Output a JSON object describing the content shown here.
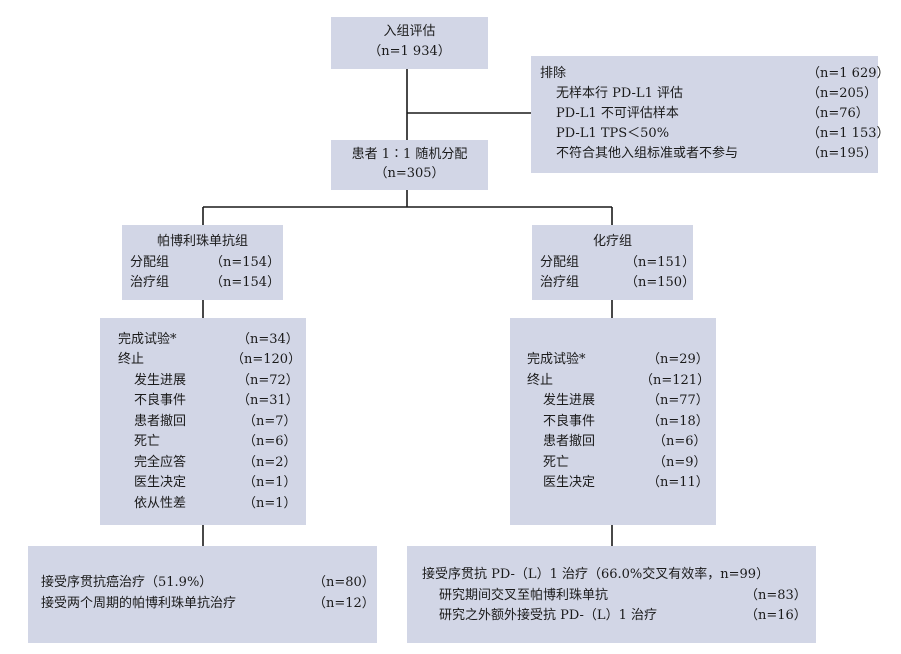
{
  "enroll": {
    "title": "入组评估",
    "count": "（n=1 934）"
  },
  "exclude": {
    "title": "排除",
    "count": "（n=1 629）",
    "items": [
      {
        "label": "无样本行 PD-L1 评估",
        "count": "（n=205）"
      },
      {
        "label": "PD-L1 不可评估样本",
        "count": "（n=76）"
      },
      {
        "label": "PD-L1 TPS＜50%",
        "count": "（n=1 153）"
      },
      {
        "label": "不符合其他入组标准或者不参与",
        "count": "（n=195）"
      }
    ]
  },
  "random": {
    "title": "患者 1∶1 随机分配",
    "count": "（n=305）"
  },
  "pembro_group": {
    "title": "帕博利珠单抗组",
    "rows": [
      {
        "label": "分配组",
        "count": "（n=154）"
      },
      {
        "label": "治疗组",
        "count": "（n=154）"
      }
    ]
  },
  "chemo_group": {
    "title": "化疗组",
    "rows": [
      {
        "label": "分配组",
        "count": "（n=151）"
      },
      {
        "label": "治疗组",
        "count": "（n=150）"
      }
    ]
  },
  "pembro_outcome": {
    "complete": {
      "label": "完成试验*",
      "count": "（n=34）"
    },
    "stop": {
      "label": "终止",
      "count": "（n=120）"
    },
    "reasons": [
      {
        "label": "发生进展",
        "count": "（n=72）"
      },
      {
        "label": "不良事件",
        "count": "（n=31）"
      },
      {
        "label": "患者撤回",
        "count": "（n=7）"
      },
      {
        "label": "死亡",
        "count": "（n=6）"
      },
      {
        "label": "完全应答",
        "count": "（n=2）"
      },
      {
        "label": "医生决定",
        "count": "（n=1）"
      },
      {
        "label": "依从性差",
        "count": "（n=1）"
      }
    ]
  },
  "chemo_outcome": {
    "complete": {
      "label": "完成试验*",
      "count": "（n=29）"
    },
    "stop": {
      "label": "终止",
      "count": "（n=121）"
    },
    "reasons": [
      {
        "label": "发生进展",
        "count": "（n=77）"
      },
      {
        "label": "不良事件",
        "count": "（n=18）"
      },
      {
        "label": "患者撤回",
        "count": "（n=6）"
      },
      {
        "label": "死亡",
        "count": "（n=9）"
      },
      {
        "label": "医生决定",
        "count": "（n=11）"
      }
    ]
  },
  "pembro_follow": {
    "rows": [
      {
        "label": "接受序贯抗癌治疗（51.9%）",
        "count": "（n=80）"
      },
      {
        "label": "接受两个周期的帕博利珠单抗治疗",
        "count": "（n=12）"
      }
    ]
  },
  "chemo_follow": {
    "header": "接受序贯抗 PD-（L）1 治疗（66.0%交叉有效率，n=99）",
    "rows": [
      {
        "label": "研究期间交叉至帕博利珠单抗",
        "count": "（n=83）"
      },
      {
        "label": "研究之外额外接受抗 PD-（L）1 治疗",
        "count": "（n=16）"
      }
    ]
  }
}
